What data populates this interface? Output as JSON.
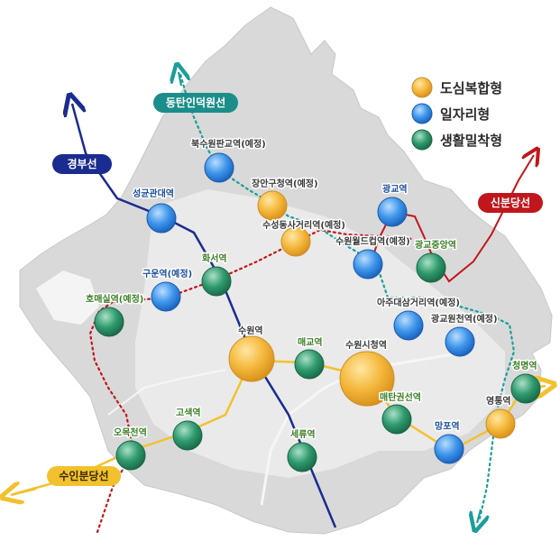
{
  "legend": {
    "items": [
      {
        "label": "도심복합형",
        "color": "#f2b33a"
      },
      {
        "label": "일자리형",
        "color": "#3a92e6"
      },
      {
        "label": "생활밀착형",
        "color": "#2f9a6e"
      }
    ]
  },
  "lines": {
    "gyeongbu": {
      "label": "경부선",
      "color": "#1a2c8f"
    },
    "dongtan_indeogwon": {
      "label": "동탄인덕원선",
      "color": "#1b8e8a"
    },
    "sinbundang": {
      "label": "신분당선",
      "color": "#c0171d"
    },
    "suin_bundang": {
      "label": "수인분당선",
      "color": "#f2c12e"
    }
  },
  "stations": {
    "suwon": "수원역",
    "suwon_cityhall": "수원시청역",
    "bukswon_pangyo": "북수원판교역(예정)",
    "sunggyunkwan": "성균관대역",
    "jangan_gucheong": "장안구청역(예정)",
    "suseong_sageori": "수성동사거리역(예정)",
    "gwanggyo": "광교역",
    "suwon_world_cup": "수원월드컵역(예정)",
    "gwanggyo_jungang": "광교중앙역",
    "gugun": "구운역(예정)",
    "hwaseo": "화서역",
    "homaesil": "호매실역(예정)",
    "ajou_sageori": "아주대삼거리역(예정)",
    "gwanggyo_wolcheon": "광교원천역(예정)",
    "maegyo": "매교역",
    "maetan_gwonseon": "매탄권선역",
    "mangpo": "망포역",
    "yeongtong": "영통역",
    "cheongmyeong": "청명역",
    "gosaek": "고색역",
    "omokcheon": "오목천역",
    "seryu": "세류역"
  }
}
